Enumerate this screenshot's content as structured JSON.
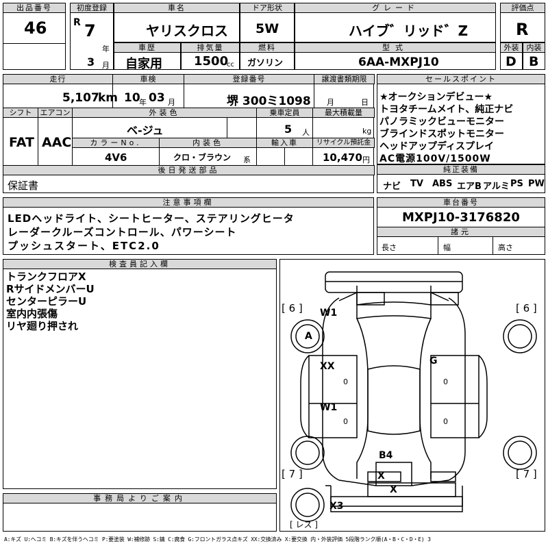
{
  "header": {
    "lot_label": "出品番号",
    "lot": "46",
    "reg_label": "初度登録",
    "era": "R",
    "year": "7",
    "year_unit": "年",
    "month": "3",
    "month_unit": "月",
    "name_label": "車名",
    "name": "ヤリスクロス",
    "door_label": "ドア形状",
    "door": "5W",
    "grade_label": "グレード",
    "grade": "ハイブ゛リッド゛Z",
    "score_label": "評価点",
    "score": "R",
    "history_label": "車歴",
    "history": "自家用",
    "cc_label": "排気量",
    "cc": "1500",
    "cc_unit": "cc",
    "fuel_label": "燃料",
    "fuel": "ガソリン",
    "model_label": "型式",
    "model": "6AA-MXPJ10",
    "ext_label": "外装",
    "ext": "D",
    "int_label": "内装",
    "int": "B"
  },
  "row2": {
    "mileage_label": "走行",
    "mileage": "5,107",
    "mileage_unit": "km",
    "inspection_label": "車検",
    "insp_year": "10",
    "insp_year_unit": "年",
    "insp_month": "03",
    "insp_month_unit": "月",
    "plate_label": "登録番号",
    "plate": "堺 300ミ1098",
    "transfer_label": "譲渡書類期限",
    "transfer_month_unit": "月",
    "transfer_day_unit": "日",
    "shift_label": "シフト",
    "shift": "FAT",
    "ac_label": "エアコン",
    "ac": "AAC",
    "color_label": "外装色",
    "color": "ベ-ジュ",
    "seats_label": "乗車定員",
    "seats": "5",
    "seats_unit": "人",
    "payload_label": "最大積載量",
    "payload_unit": "kg",
    "colorno_label": "カラーNo.",
    "colorno": "4V6",
    "intcolor_label": "内装色",
    "intcolor": "クロ・ブラウン",
    "intcolor_unit": "系",
    "import_label": "輸入車",
    "recycle_label": "リサイクル預託金",
    "recycle": "10,470",
    "recycle_unit": "円",
    "later_label": "後日発送部品",
    "later": "保証書"
  },
  "sales": {
    "label": "セールスポイント",
    "lines": [
      "★オークションデビュー★",
      "トヨタチームメイト、純正ナビ",
      "パノラミックビューモニター",
      "ブラインドスポットモニター",
      "ヘッドアップディスプレイ",
      "AC電源100V/1500W"
    ]
  },
  "equip": {
    "label": "純正装備",
    "items": [
      "ナビ",
      "TV",
      "ABS",
      "エアB",
      "アルミ",
      "PS",
      "PW"
    ]
  },
  "notes": {
    "label": "注意事項欄",
    "lines": [
      "LEDヘッドライト、シートヒーター、ステアリングヒータ",
      "レーダークルーズコントロール、パワーシート",
      "プッシュスタート、ETC2.0"
    ]
  },
  "chassis": {
    "label": "車台番号",
    "value": "MXPJ10-3176820",
    "spec_label": "諸元",
    "length": "長さ",
    "width": "幅",
    "height": "高さ"
  },
  "inspector": {
    "label": "検査員記入欄",
    "lines": [
      "トランクフロアX",
      "RサイドメンバーU",
      "センターピラーU",
      "室内内張傷",
      "リヤ廻り押され"
    ]
  },
  "diagram": {
    "tread_fl": "[ 6 ]",
    "tread_fr": "[ 6 ]",
    "tread_rl": "[ 7 ]",
    "tread_rr": "[ 7 ]",
    "spare": "[ レス ]",
    "m_w1_top": "W1",
    "m_a": "A",
    "m_g": "G",
    "m_xx": "XX",
    "m_w1_mid": "W1",
    "m_zero1": "0",
    "m_zero2": "0",
    "m_zero3": "0",
    "m_zero4": "0",
    "m_b4": "B4",
    "m_x1": "X",
    "m_x2": "X",
    "m_x3": "X3"
  },
  "office": {
    "label": "事務局よりご案内"
  },
  "legend": "A:キズ U:ヘコミ B:キズを伴うヘコミ P:要塗装 W:補修跡 S:錆 C:腐食 G:フロントガラス点キズ XX:交換済み X:要交換 内・外装評価 5段階ランク順(A・B・C・D・E) 3"
}
